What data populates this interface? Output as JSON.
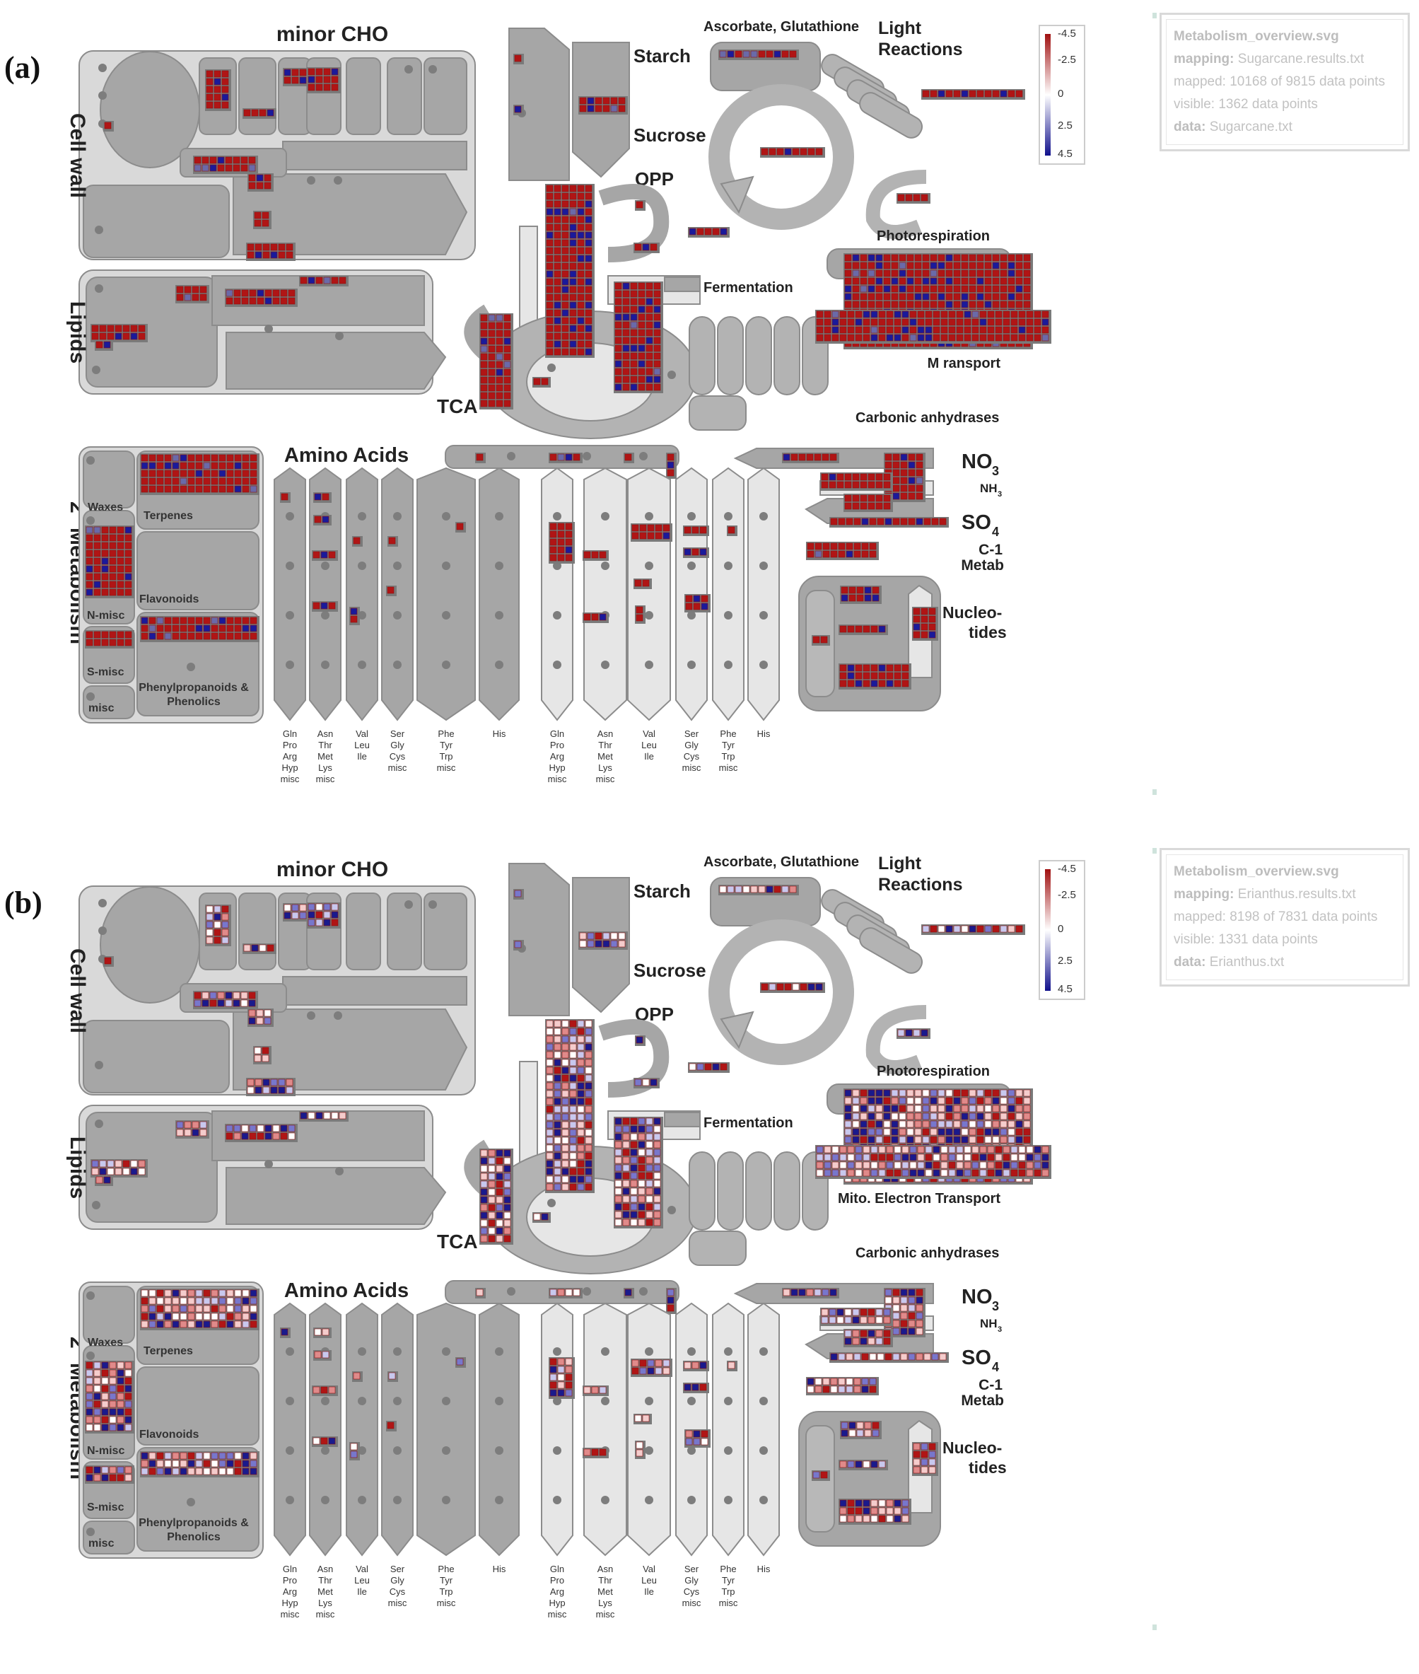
{
  "panels": [
    {
      "label": "(a)",
      "info": {
        "file": "Metabolism_overview.svg",
        "mapping_label": "mapping:",
        "mapping_value": "Sugarcane.results.txt",
        "mapped": "mapped: 10168 of 9815 data points",
        "visible": "visible: 1362 data points",
        "data_label": "data:",
        "data_value": "Sugarcane.txt"
      },
      "mito_label": "M                    ransport",
      "heat_style": "dense"
    },
    {
      "label": "(b)",
      "info": {
        "file": "Metabolism_overview.svg",
        "mapping_label": "mapping:",
        "mapping_value": "Erianthus.results.txt",
        "mapped": "mapped: 8198 of 7831 data points",
        "visible": "visible: 1331 data points",
        "data_label": "data:",
        "data_value": "Erianthus.txt"
      },
      "mito_label": "Mito. Electron Transport",
      "heat_style": "mixed"
    }
  ],
  "labels": {
    "minor_cho": "minor CHO",
    "cell_wall": "Cell wall",
    "lipids": "Lipids",
    "secondary_metabolism": "2° Metabolism",
    "starch": "Starch",
    "sucrose": "Sucrose",
    "opp": "OPP",
    "ascorbate": "Ascorbate, Glutathione",
    "light_1": "Light",
    "light_2": "Reactions",
    "photorespiration": "Photorespiration",
    "fermentation": "Fermentation",
    "tca": "TCA",
    "carbonic": "Carbonic anhydrases",
    "amino_acids": "Amino Acids",
    "no3": "NO",
    "no3_sub": "3",
    "nh3": "NH",
    "nh3_sub": "3",
    "so4": "SO",
    "so4_sub": "4",
    "c1_1": "C-1",
    "c1_2": "Metab",
    "nucleo_1": "Nucleo-",
    "nucleo_2": "tides",
    "waxes": "Waxes",
    "terpenes": "Terpenes",
    "flavonoids": "Flavonoids",
    "n_misc": "N-misc",
    "s_misc": "S-misc",
    "misc": "misc",
    "phenyl_1": "Phenylpropanoids &",
    "phenyl_2": "Phenolics"
  },
  "aa_groups": [
    [
      "Gln",
      "Pro",
      "Arg",
      "Hyp",
      "misc"
    ],
    [
      "Asn",
      "Thr",
      "Met",
      "Lys",
      "misc"
    ],
    [
      "Val",
      "Leu",
      "Ile"
    ],
    [
      "Ser",
      "Gly",
      "Cys",
      "misc"
    ],
    [
      "Phe",
      "Tyr",
      "Trp",
      "misc"
    ],
    [
      "His"
    ]
  ],
  "legend": {
    "ticks": [
      "-4.5",
      "-2.5",
      "0",
      "2.5",
      "4.5"
    ],
    "colors": {
      "down": "#a01010",
      "zero": "#ffffff",
      "up": "#10108c"
    }
  },
  "colors": {
    "box_dark": "#a6a6a6",
    "box_light": "#d9d9d9",
    "box_pale": "#e6e6e6",
    "red": "#b01515",
    "blue": "#1a1a9a"
  }
}
